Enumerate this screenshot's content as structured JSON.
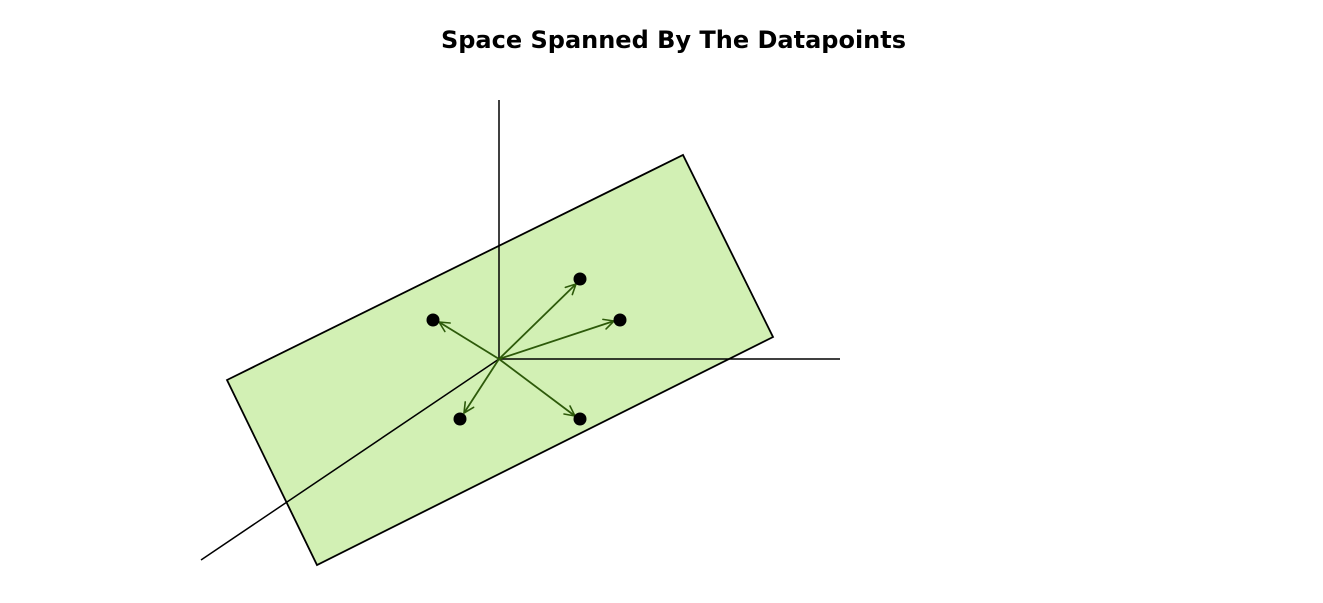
{
  "title": "Space Spanned By The Datapoints",
  "colors": {
    "plane_fill": "#d2f0b4",
    "plane_stroke": "#000000",
    "axis_stroke": "#000000",
    "vector_stroke": "#2d5a0a",
    "point_fill": "#000000"
  },
  "diagram": {
    "axes": [
      "vertical-axis",
      "horizontal-axis",
      "depth-axis"
    ],
    "vector_count": 5,
    "datapoint_count": 5
  }
}
